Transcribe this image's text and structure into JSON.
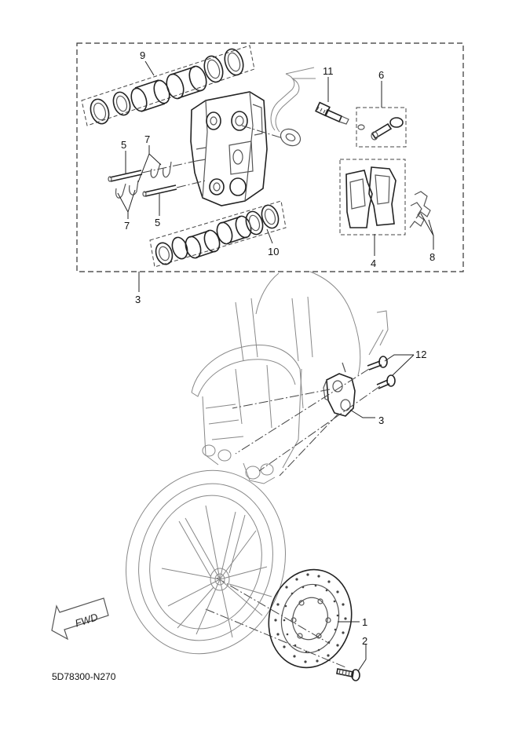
{
  "diagram_code": "5D78300-N270",
  "fwd_label": "FWD",
  "callouts": {
    "disc": "1",
    "disc_bolt": "2",
    "caliper_assy_top": "3",
    "caliper_assy_side": "3",
    "pad_kit": "4",
    "pin_upper": "5",
    "pin_lower": "5",
    "bleed_screw_kit": "6",
    "clip_upper": "7",
    "clip_lower": "7",
    "pad_spring": "8",
    "seal_kit_upper": "9",
    "seal_kit_lower": "10",
    "bleed_screw": "11",
    "caliper_bolt": "12"
  }
}
